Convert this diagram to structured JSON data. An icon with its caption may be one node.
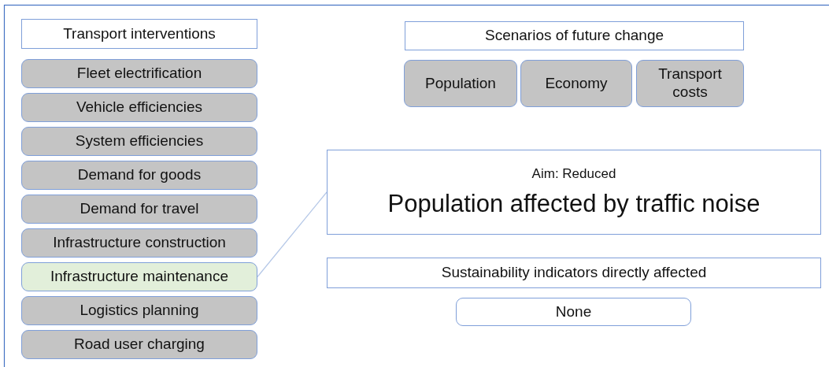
{
  "diagram": {
    "nodes": [
      {
        "text": [
          "Transport interventions"
        ]
      },
      {
        "text": [
          "Fleet electrification"
        ]
      },
      {
        "text": [
          "Vehicle efficiencies"
        ]
      },
      {
        "text": [
          "System efficiencies"
        ]
      },
      {
        "text": [
          "Demand for goods"
        ]
      },
      {
        "text": [
          "Demand for travel"
        ]
      },
      {
        "text": [
          "Infrastructure construction"
        ]
      },
      {
        "text": [
          "Infrastructure maintenance"
        ]
      },
      {
        "text": [
          "Logistics planning"
        ]
      },
      {
        "text": [
          "Road user charging"
        ]
      },
      {
        "text": [
          "Scenarios of future change"
        ]
      },
      {
        "text": [
          "Population"
        ]
      },
      {
        "text": [
          "Economy"
        ]
      },
      {
        "text": [
          "Transport costs"
        ]
      },
      {
        "text": [
          "Aim: Reduced",
          "Population affected by traffic noise"
        ]
      },
      {
        "text": [
          "Sustainability indicators directly affected"
        ]
      },
      {
        "text": [
          "None"
        ]
      }
    ],
    "edges": [
      {
        "from": 7,
        "to": 14,
        "arrow": "none",
        "color": "#b4c7e7"
      }
    ]
  }
}
